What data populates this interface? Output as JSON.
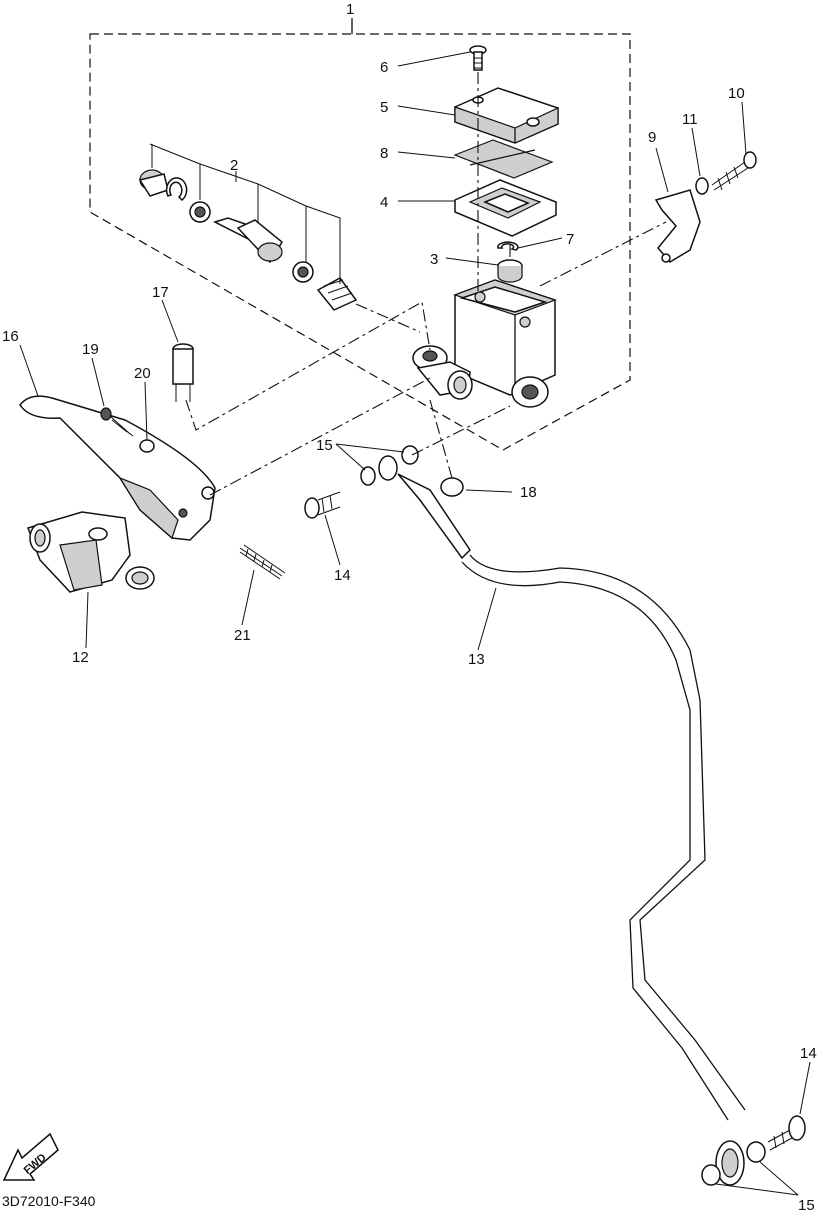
{
  "diagram": {
    "drawing_code": "3D72010-F340",
    "fwd_badge": "FWD",
    "callouts": {
      "c1": "1",
      "c2": "2",
      "c3": "3",
      "c4": "4",
      "c5": "5",
      "c6": "6",
      "c7": "7",
      "c8": "8",
      "c9": "9",
      "c10": "10",
      "c11": "11",
      "c12": "12",
      "c13": "13",
      "c14a": "14",
      "c14b": "14",
      "c15a": "15",
      "c15b": "15",
      "c16": "16",
      "c17": "17",
      "c18": "18",
      "c19": "19",
      "c20": "20",
      "c21": "21"
    }
  }
}
